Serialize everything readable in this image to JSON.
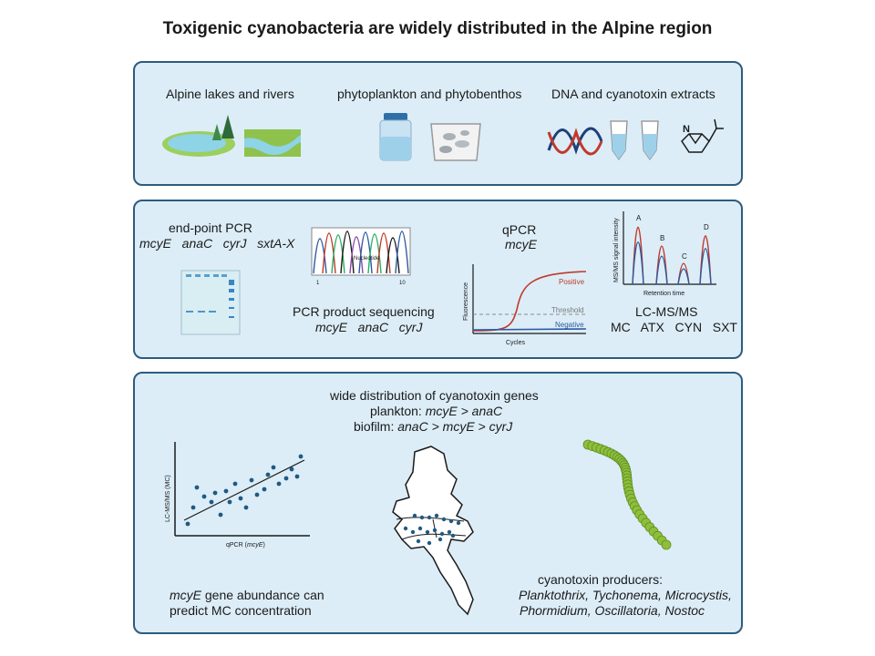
{
  "title": "Toxigenic cyanobacteria are widely distributed in the Alpine region",
  "panel1": {
    "sample_label": "Alpine lakes and rivers",
    "phyto_label": "phytoplankton and phytobenthos",
    "extract_label": "DNA and cyanotoxin extracts",
    "chem_label": "N"
  },
  "panel2": {
    "pcr_title": "end-point PCR",
    "pcr_genes": "mcyE   anaC   cyrJ   sxtA-X",
    "seq_axis_label": "Nucleotide",
    "seq_tick_start": "1",
    "seq_tick_end": "10",
    "seq_title": "PCR product sequencing",
    "seq_genes": "mcyE   anaC   cyrJ",
    "qpcr_title": "qPCR",
    "qpcr_gene": "mcyE",
    "qpcr_ylabel": "Fluorescence",
    "qpcr_xlabel": "Cycles",
    "qpcr_positive": "Positive",
    "qpcr_threshold": "Threshold",
    "qpcr_negative": "Negative",
    "ms_ylabel": "MS/MS signal intensity",
    "ms_xlabel": "Retention time",
    "ms_peaks": [
      "A",
      "B",
      "C",
      "D"
    ],
    "lcms_title": "LC-MS/MS",
    "lcms_toxins": "MC   ATX   CYN   SXT"
  },
  "panel3": {
    "dist_title": "wide distribution of cyanotoxin genes",
    "plankton_prefix": "plankton: ",
    "plankton_order": "mcyE > anaC",
    "biofilm_prefix": "biofilm: ",
    "biofilm_order": "anaC > mcyE > cyrJ",
    "scatter_ylabel": "LC-MS/MS (MC)",
    "scatter_xlabel_prefix": "qPCR (",
    "scatter_xlabel_gene": "mcyE",
    "scatter_xlabel_suffix": ")",
    "predict_gene": "mcyE",
    "predict_line1_rest": " gene abundance can",
    "predict_line2": "predict MC concentration",
    "producers_title": "cyanotoxin producers:",
    "producers_line1": "Planktothrix, Tychonema, Microcystis,",
    "producers_line2": "Phormidium, Oscillatoria, Nostoc"
  },
  "colors": {
    "panel_fill": "#dcedf7",
    "panel_border": "#2e5b7e",
    "dot": "#1f5a82",
    "positive": "#c0392b",
    "negative": "#2c5aa0",
    "trichome": "#8fbf3a"
  }
}
